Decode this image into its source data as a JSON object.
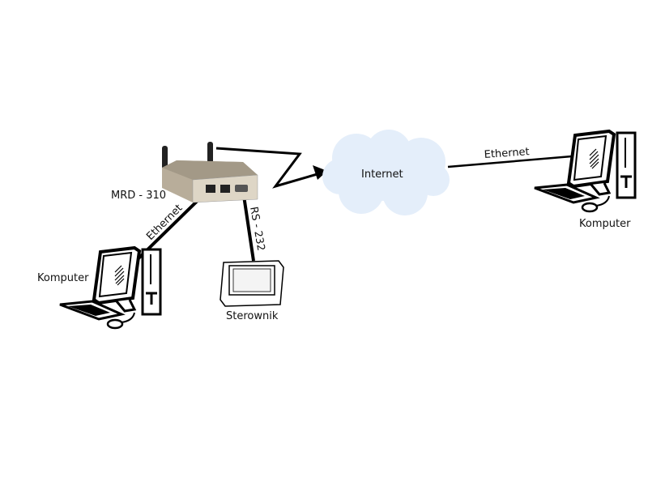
{
  "diagram": {
    "router_label": "MRD - 310",
    "cloud_label": "Internet",
    "left_link_label": "Ethernet",
    "serial_link_label": "RS - 232",
    "right_link_label": "Ethernet",
    "left_computer_label": "Komputer",
    "right_computer_label": "Komputer",
    "controller_label": "Sterownik"
  },
  "colors": {
    "cloud": "#e4eefa",
    "router_body": "#c9bfae",
    "line": "#000000"
  }
}
